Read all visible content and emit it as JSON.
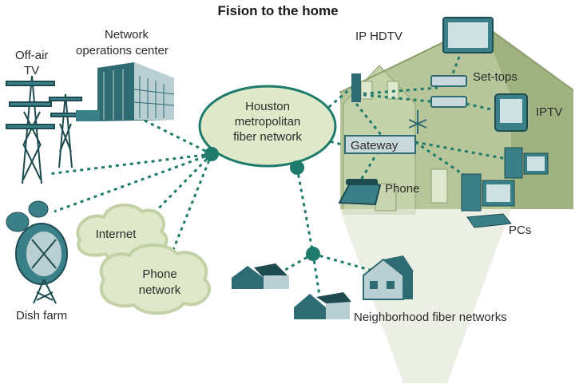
{
  "title": "Fision to the home",
  "nodes": {
    "off_air_tv": {
      "line1": "Off-air",
      "line2": "TV"
    },
    "noc": {
      "line1": "Network",
      "line2": "operations center"
    },
    "fiber_network": {
      "line1": "Houston",
      "line2": "metropolitan",
      "line3": "fiber network"
    },
    "internet": {
      "label": "Internet"
    },
    "phone_network": {
      "line1": "Phone",
      "line2": "network"
    },
    "dish_farm": {
      "label": "Dish farm"
    },
    "neighborhood": {
      "label": "Neighborhood fiber networks"
    }
  },
  "home": {
    "ip_hdtv": "IP HDTV",
    "set_tops": "Set-tops",
    "iptv": "IPTV",
    "gateway": "Gateway",
    "phone": "Phone",
    "pcs": "PCs"
  },
  "colors": {
    "fiber": "#1e7b6b",
    "cloud_fill": "#dfe9c9",
    "house": "#a7b98a",
    "device": "#2f6b73"
  }
}
